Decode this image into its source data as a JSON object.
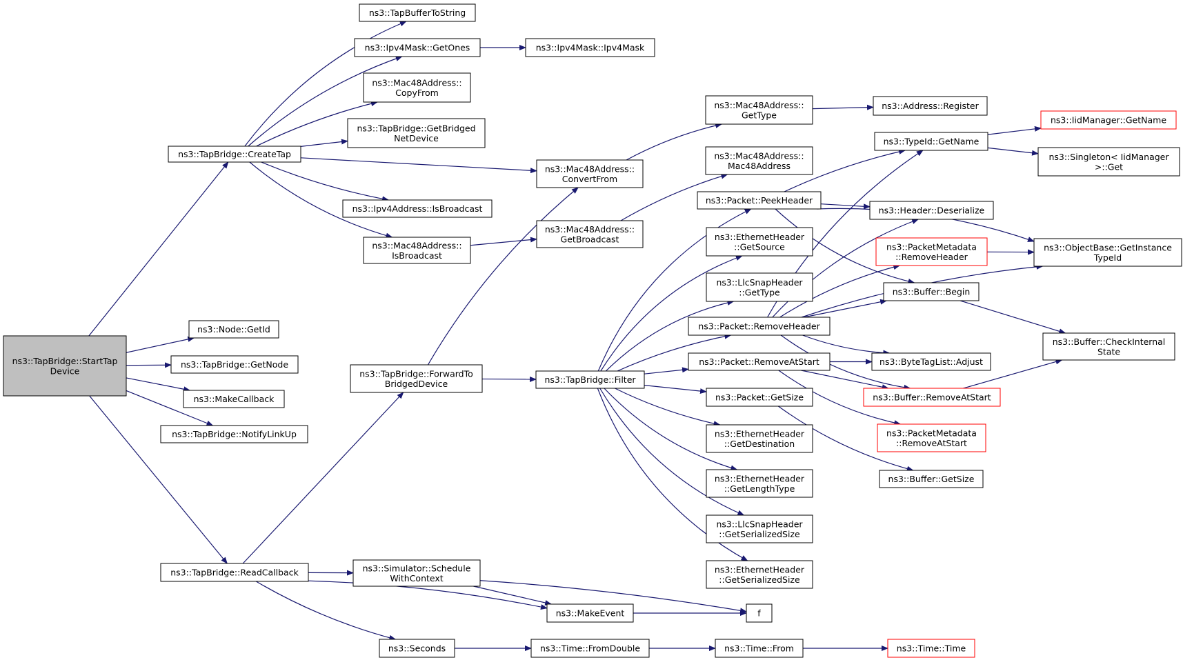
{
  "graph": {
    "title": "",
    "colors": {
      "edge": "#191970",
      "node_border": "#000000",
      "node_border_undocumented": "#ff0000",
      "root_fill": "#bfbfbf"
    },
    "nodes": [
      {
        "id": "root",
        "lines": [
          "ns3::TapBridge::StartTap",
          "Device"
        ],
        "root": true
      },
      {
        "id": "createtap",
        "lines": [
          "ns3::TapBridge::CreateTap"
        ]
      },
      {
        "id": "getid",
        "lines": [
          "ns3::Node::GetId"
        ]
      },
      {
        "id": "getnode",
        "lines": [
          "ns3::TapBridge::GetNode"
        ]
      },
      {
        "id": "makecallback",
        "lines": [
          "ns3::MakeCallback"
        ]
      },
      {
        "id": "notifylinkup",
        "lines": [
          "ns3::TapBridge::NotifyLinkUp"
        ]
      },
      {
        "id": "readcallback",
        "lines": [
          "ns3::TapBridge::ReadCallback"
        ]
      },
      {
        "id": "tapbuffertostring",
        "lines": [
          "ns3::TapBufferToString"
        ]
      },
      {
        "id": "getones",
        "lines": [
          "ns3::Ipv4Mask::GetOnes"
        ]
      },
      {
        "id": "ipv4mask",
        "lines": [
          "ns3::Ipv4Mask::Ipv4Mask"
        ]
      },
      {
        "id": "copyfrom",
        "lines": [
          "ns3::Mac48Address::",
          "CopyFrom"
        ]
      },
      {
        "id": "getbridged",
        "lines": [
          "ns3::TapBridge::GetBridged",
          "NetDevice"
        ]
      },
      {
        "id": "ipv4isbroadcast",
        "lines": [
          "ns3::Ipv4Address::IsBroadcast"
        ]
      },
      {
        "id": "macisbroadcast",
        "lines": [
          "ns3::Mac48Address::",
          "IsBroadcast"
        ]
      },
      {
        "id": "forwardto",
        "lines": [
          "ns3::TapBridge::ForwardTo",
          "BridgedDevice"
        ]
      },
      {
        "id": "schedulewithcontext",
        "lines": [
          "ns3::Simulator::Schedule",
          "WithContext"
        ]
      },
      {
        "id": "seconds",
        "lines": [
          "ns3::Seconds"
        ]
      },
      {
        "id": "convertfrom",
        "lines": [
          "ns3::Mac48Address::",
          "ConvertFrom"
        ]
      },
      {
        "id": "getbroadcast",
        "lines": [
          "ns3::Mac48Address::",
          "GetBroadcast"
        ]
      },
      {
        "id": "filter",
        "lines": [
          "ns3::TapBridge::Filter"
        ]
      },
      {
        "id": "makeevent",
        "lines": [
          "ns3::MakeEvent"
        ]
      },
      {
        "id": "fromdouble",
        "lines": [
          "ns3::Time::FromDouble"
        ]
      },
      {
        "id": "gettype",
        "lines": [
          "ns3::Mac48Address::",
          "GetType"
        ]
      },
      {
        "id": "mac48address",
        "lines": [
          "ns3::Mac48Address::",
          "Mac48Address"
        ]
      },
      {
        "id": "peekheader",
        "lines": [
          "ns3::Packet::PeekHeader"
        ]
      },
      {
        "id": "getsource",
        "lines": [
          "ns3::EthernetHeader",
          "::GetSource"
        ]
      },
      {
        "id": "llcgettype",
        "lines": [
          "ns3::LlcSnapHeader",
          "::GetType"
        ]
      },
      {
        "id": "removeheader",
        "lines": [
          "ns3::Packet::RemoveHeader"
        ]
      },
      {
        "id": "removeatstart",
        "lines": [
          "ns3::Packet::RemoveAtStart"
        ]
      },
      {
        "id": "getsize",
        "lines": [
          "ns3::Packet::GetSize"
        ]
      },
      {
        "id": "getdestination",
        "lines": [
          "ns3::EthernetHeader",
          "::GetDestination"
        ]
      },
      {
        "id": "getlengthtype",
        "lines": [
          "ns3::EthernetHeader",
          "::GetLengthType"
        ]
      },
      {
        "id": "llcserializedsize",
        "lines": [
          "ns3::LlcSnapHeader",
          "::GetSerializedSize"
        ]
      },
      {
        "id": "ethserializedsize",
        "lines": [
          "ns3::EthernetHeader",
          "::GetSerializedSize"
        ]
      },
      {
        "id": "f",
        "lines": [
          "f"
        ]
      },
      {
        "id": "timefrom",
        "lines": [
          "ns3::Time::From"
        ]
      },
      {
        "id": "register",
        "lines": [
          "ns3::Address::Register"
        ]
      },
      {
        "id": "typeidgetname",
        "lines": [
          "ns3::TypeId::GetName"
        ]
      },
      {
        "id": "deserialize",
        "lines": [
          "ns3::Header::Deserialize"
        ]
      },
      {
        "id": "pmremoveheader",
        "lines": [
          "ns3::PacketMetadata",
          "::RemoveHeader"
        ],
        "red": true
      },
      {
        "id": "begin",
        "lines": [
          "ns3::Buffer::Begin"
        ]
      },
      {
        "id": "adjust",
        "lines": [
          "ns3::ByteTagList::Adjust"
        ]
      },
      {
        "id": "bufremoveatstart",
        "lines": [
          "ns3::Buffer::RemoveAtStart"
        ],
        "red": true
      },
      {
        "id": "pmremoveatstart",
        "lines": [
          "ns3::PacketMetadata",
          "::RemoveAtStart"
        ],
        "red": true
      },
      {
        "id": "bufgetsize",
        "lines": [
          "ns3::Buffer::GetSize"
        ]
      },
      {
        "id": "time",
        "lines": [
          "ns3::Time::Time"
        ],
        "red": true
      },
      {
        "id": "iidgetname",
        "lines": [
          "ns3::IidManager::GetName"
        ],
        "red": true
      },
      {
        "id": "singletonget",
        "lines": [
          "ns3::Singleton< IidManager",
          ">::Get"
        ]
      },
      {
        "id": "getinstancetypeid",
        "lines": [
          "ns3::ObjectBase::GetInstance",
          "TypeId"
        ]
      },
      {
        "id": "checkinternal",
        "lines": [
          "ns3::Buffer::CheckInternal",
          "State"
        ]
      }
    ]
  }
}
